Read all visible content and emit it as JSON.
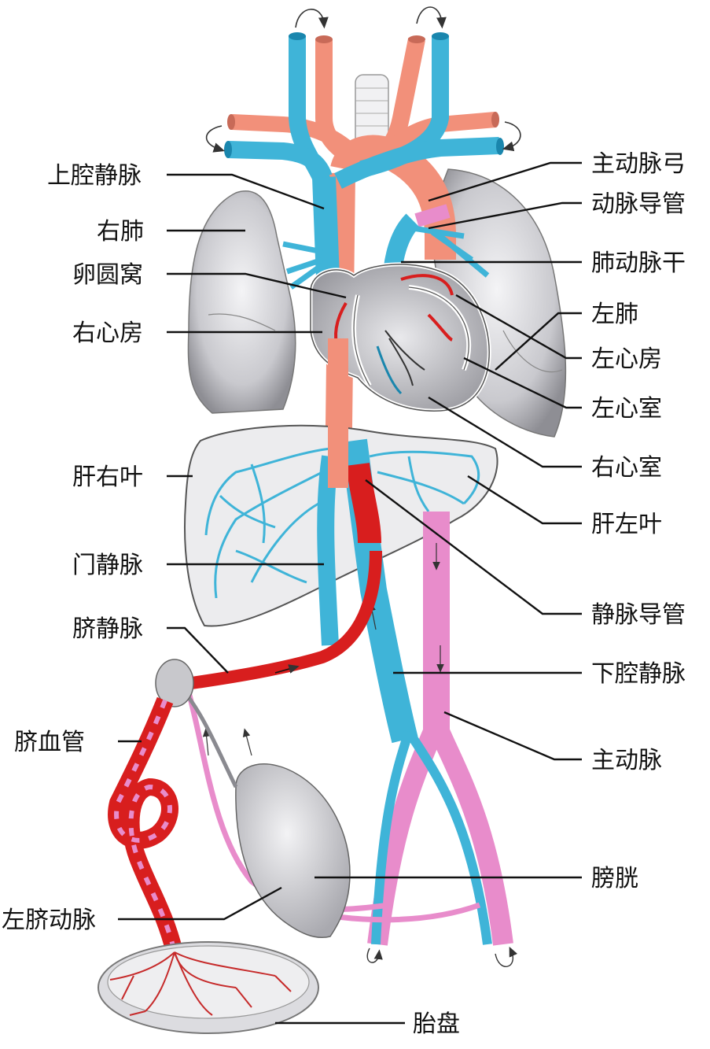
{
  "colors": {
    "vein": "#3fb4d8",
    "vein_dark": "#1a86ad",
    "artery_light": "#f2907a",
    "oxy_red": "#d81e1e",
    "mixed_pink": "#e88ccb",
    "lung_gray": "#b9b9be",
    "liver": "#ececee",
    "bladder": "#cfcfd3",
    "leader": "#111111"
  },
  "labels": {
    "superior_vena_cava": "上腔静脉",
    "right_lung": "右肺",
    "foramen_ovale": "卵圆窝",
    "right_atrium": "右心房",
    "right_liver_lobe": "肝右叶",
    "portal_vein": "门静脉",
    "umbilical_vein": "脐静脉",
    "umbilical_vessels": "脐血管",
    "left_umbilical_artery": "左脐动脉",
    "aortic_arch": "主动脉弓",
    "ductus_arteriosus": "动脉导管",
    "pulmonary_trunk": "肺动脉干",
    "left_lung": "左肺",
    "left_atrium": "左心房",
    "left_ventricle": "左心室",
    "right_ventricle": "右心室",
    "left_liver_lobe": "肝左叶",
    "ductus_venosus": "静脉导管",
    "inferior_vena_cava": "下腔静脉",
    "aorta": "主动脉",
    "bladder": "膀胱",
    "placenta": "胎盘"
  }
}
